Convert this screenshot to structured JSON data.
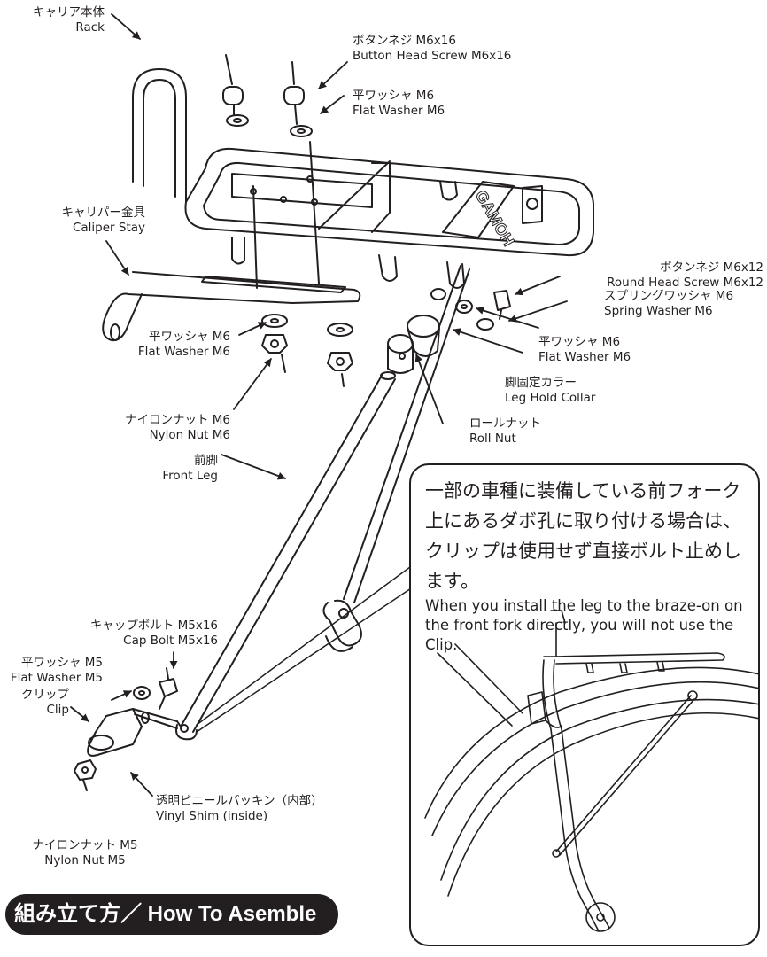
{
  "labels": {
    "rack": {
      "jp": "キャリア本体",
      "en": "Rack"
    },
    "button_screw": {
      "jp": "ボタンネジ M6x16",
      "en": "Button Head Screw M6x16"
    },
    "flat_washer_top": {
      "jp": "平ワッシャ M6",
      "en": "Flat Washer M6"
    },
    "caliper_stay": {
      "jp": "キャリパー金具",
      "en": "Caliper Stay"
    },
    "round_screw": {
      "jp": "ボタンネジ M6x12",
      "en": "Round Head Screw M6x12"
    },
    "spring_washer": {
      "jp": "スプリングワッシャ M6",
      "en": "Spring Washer M6"
    },
    "flat_washer_right": {
      "jp": "平ワッシャ M6",
      "en": "Flat Washer M6"
    },
    "flat_washer_left": {
      "jp": "平ワッシャ M6",
      "en": "Flat Washer M6"
    },
    "leg_collar": {
      "jp": "脚固定カラー",
      "en": "Leg Hold Collar"
    },
    "nylon_nut_m6": {
      "jp": "ナイロンナット M6",
      "en": "Nylon Nut M6"
    },
    "roll_nut": {
      "jp": "ロールナット",
      "en": "Roll Nut"
    },
    "front_leg": {
      "jp": "前脚",
      "en": "Front Leg"
    },
    "cap_bolt": {
      "jp": "キャップボルト M5x16",
      "en": "Cap Bolt M5x16"
    },
    "flat_washer_m5": {
      "jp": "平ワッシャ M5",
      "en": "Flat Washer M5"
    },
    "clip": {
      "jp": "クリップ",
      "en": "Clip"
    },
    "vinyl_shim": {
      "jp": "透明ビニールパッキン（内部）",
      "en": "Vinyl Shim (inside)"
    },
    "nylon_nut_m5": {
      "jp": "ナイロンナット M5",
      "en": "Nylon Nut M5"
    }
  },
  "rack_brand": "GAMOH",
  "note": {
    "jp": "一部の車種に装備している前フォーク上にあるダボ孔に取り付ける場合は、クリップは使用せず直接ボルト止めします。",
    "en": "When you install the leg to the braze-on on the front fork directly, you will not use the Clip."
  },
  "title": "組み立て方／ How To Asemble",
  "colors": {
    "ink": "#231f20",
    "paper": "#ffffff"
  }
}
